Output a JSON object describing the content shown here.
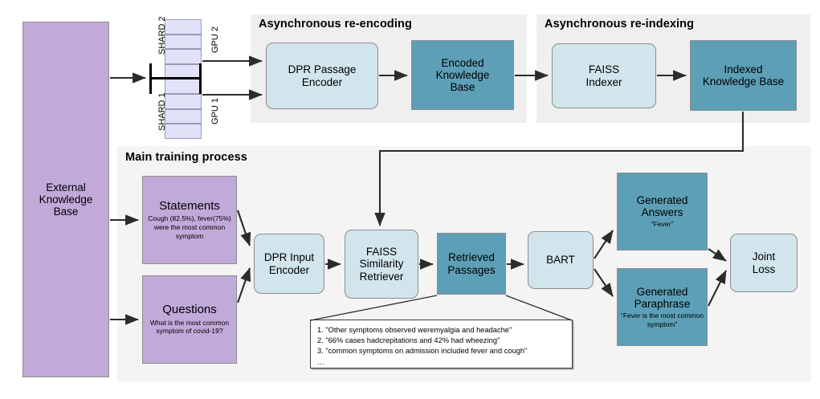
{
  "diagram": {
    "title": "Asynchronous re-encoding / re-indexing RAG training pipeline",
    "colors": {
      "teal": "#5c9fb6",
      "light_blue": "#d2e5ed",
      "purple": "#c1a9da",
      "lavender": "#e1e1f7",
      "group_bg": "#efefef",
      "main_group_bg": "#f4f4f4",
      "border": "#8d8d8d",
      "arrow": "#2b2b2b"
    }
  },
  "external_kb": {
    "label": "External\nKnowledge\nBase",
    "line1": "External",
    "line2": "Knowledge",
    "line3": "Base"
  },
  "shards": {
    "shard_top_label": "SHARD 2",
    "shard_bottom_label": "SHARD 1",
    "gpu_top_label": "GPU 2",
    "gpu_bottom_label": "GPU 1",
    "cell_count": 8
  },
  "groups": {
    "re_encoding": {
      "title": "Asynchronous re-encoding"
    },
    "re_indexing": {
      "title": "Asynchronous re-indexing"
    },
    "main": {
      "title": "Main training process"
    }
  },
  "nodes": {
    "dpr_passage_encoder": {
      "line1": "DPR Passage",
      "line2": "Encoder"
    },
    "encoded_kb": {
      "line1": "Encoded",
      "line2": "Knowledge",
      "line3": "Base"
    },
    "faiss_indexer": {
      "line1": "FAISS",
      "line2": "Indexer"
    },
    "indexed_kb": {
      "line1": "Indexed",
      "line2": "Knowledge Base"
    },
    "statements": {
      "title": "Statements",
      "body": "Cough (82.5%), fever(75%) were the most common symptom"
    },
    "questions": {
      "title": "Questions",
      "body": "What is the most common symptom of covid-19?"
    },
    "dpr_input_encoder": {
      "line1": "DPR Input",
      "line2": "Encoder"
    },
    "faiss_similarity_retriever": {
      "line1": "FAISS",
      "line2": "Similarity",
      "line3": "Retriever"
    },
    "retrieved_passages": {
      "line1": "Retrieved",
      "line2": "Passages"
    },
    "bart": {
      "line1": "BART"
    },
    "generated_answers": {
      "title1": "Generated",
      "title2": "Answers",
      "sub": "“Fever”"
    },
    "generated_paraphrase": {
      "title1": "Generated",
      "title2": "Paraphrase",
      "sub": "“Fever is the most common symptom”"
    },
    "joint_loss": {
      "line1": "Joint",
      "line2": "Loss"
    }
  },
  "callout": {
    "item1": "1. \"Other symptoms observed weremyalgia and headache\"",
    "item2": "2. \"66% cases hadcrepitations and 42% had wheezing\"",
    "item3": "3. \"common symptoms on admission included fever and cough\"",
    "item4": "…"
  }
}
